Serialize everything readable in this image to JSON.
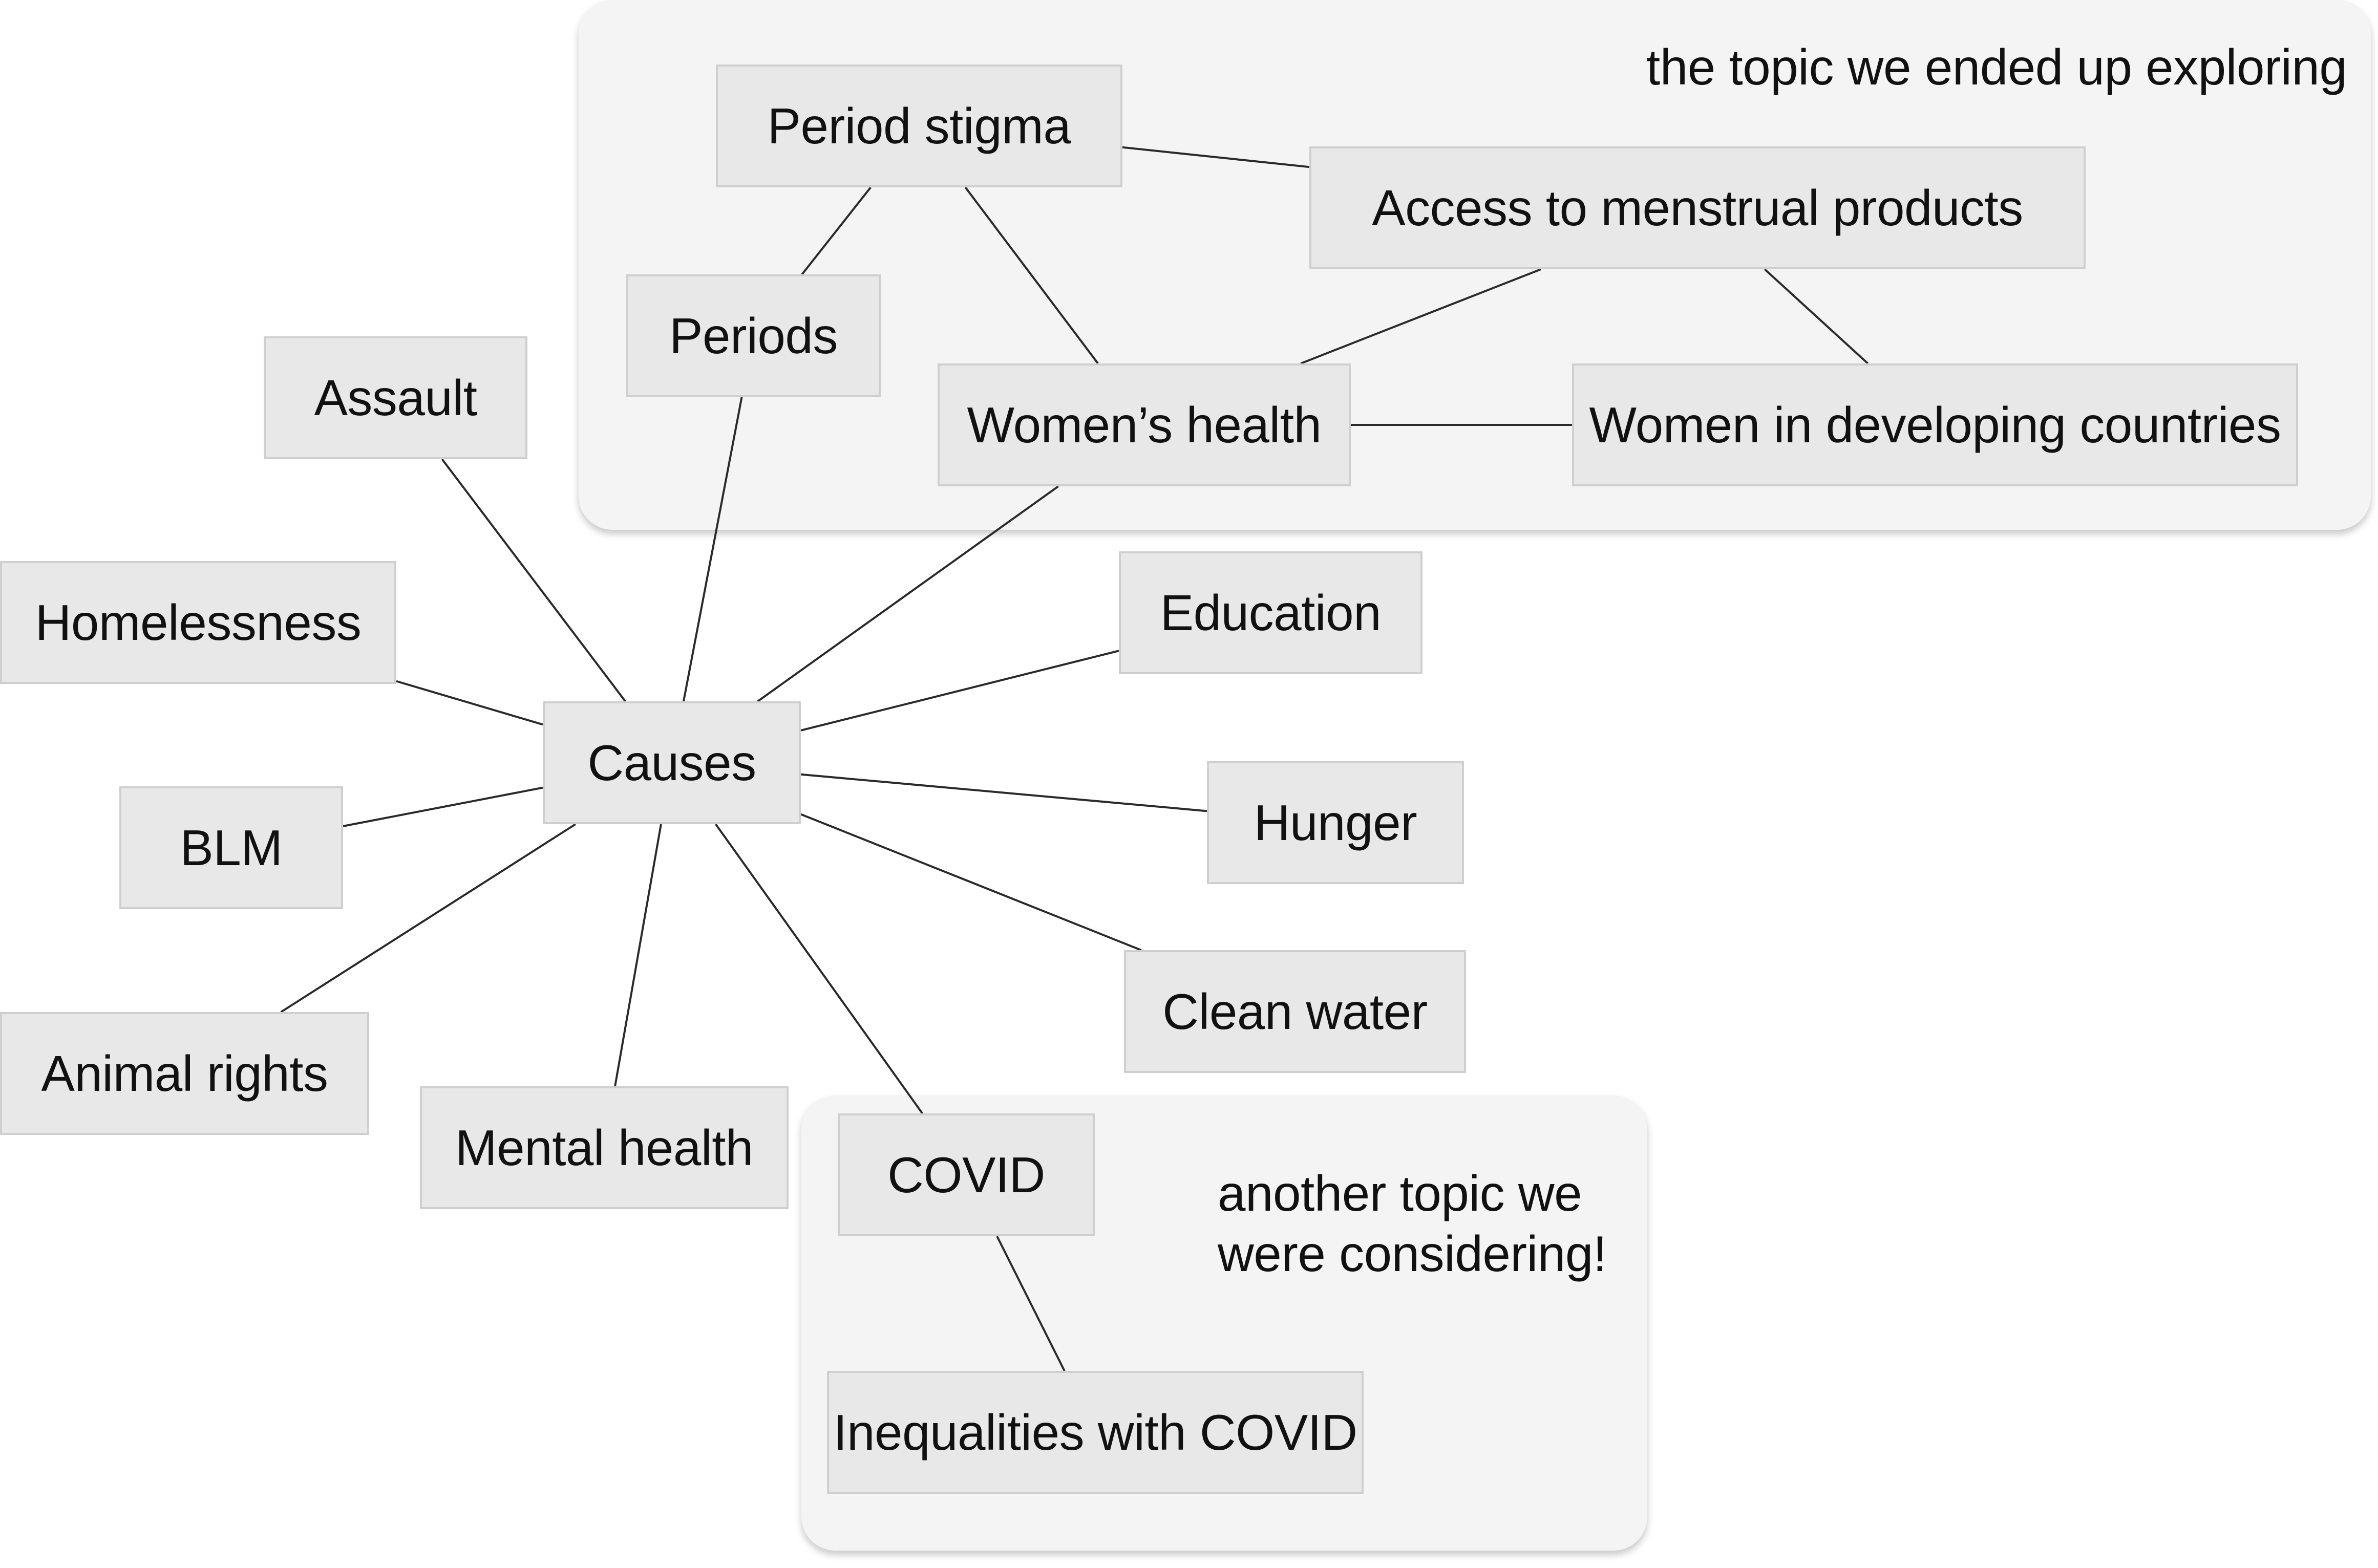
{
  "nodes": {
    "causes": "Causes",
    "period_stigma": "Period stigma",
    "access_products": "Access to menstrual products",
    "periods": "Periods",
    "womens_health": "Women’s health",
    "women_developing": "Women in developing countries",
    "assault": "Assault",
    "homelessness": "Homelessness",
    "blm": "BLM",
    "animal_rights": "Animal rights",
    "mental_health": "Mental health",
    "education": "Education",
    "hunger": "Hunger",
    "clean_water": "Clean water",
    "covid": "COVID",
    "inequalities_covid": "Inequalities with COVID"
  },
  "annotations": {
    "explored": "the topic we ended up exploring",
    "considered_line1": "another topic we",
    "considered_line2": "were considering!"
  },
  "edges": [
    [
      "causes",
      "assault"
    ],
    [
      "causes",
      "homelessness"
    ],
    [
      "causes",
      "blm"
    ],
    [
      "causes",
      "animal_rights"
    ],
    [
      "causes",
      "mental_health"
    ],
    [
      "causes",
      "covid"
    ],
    [
      "causes",
      "clean_water"
    ],
    [
      "causes",
      "hunger"
    ],
    [
      "causes",
      "education"
    ],
    [
      "causes",
      "womens_health"
    ],
    [
      "causes",
      "periods"
    ],
    [
      "periods",
      "period_stigma"
    ],
    [
      "period_stigma",
      "womens_health"
    ],
    [
      "period_stigma",
      "access_products"
    ],
    [
      "access_products",
      "womens_health"
    ],
    [
      "access_products",
      "women_developing"
    ],
    [
      "womens_health",
      "women_developing"
    ],
    [
      "covid",
      "inequalities_covid"
    ]
  ]
}
